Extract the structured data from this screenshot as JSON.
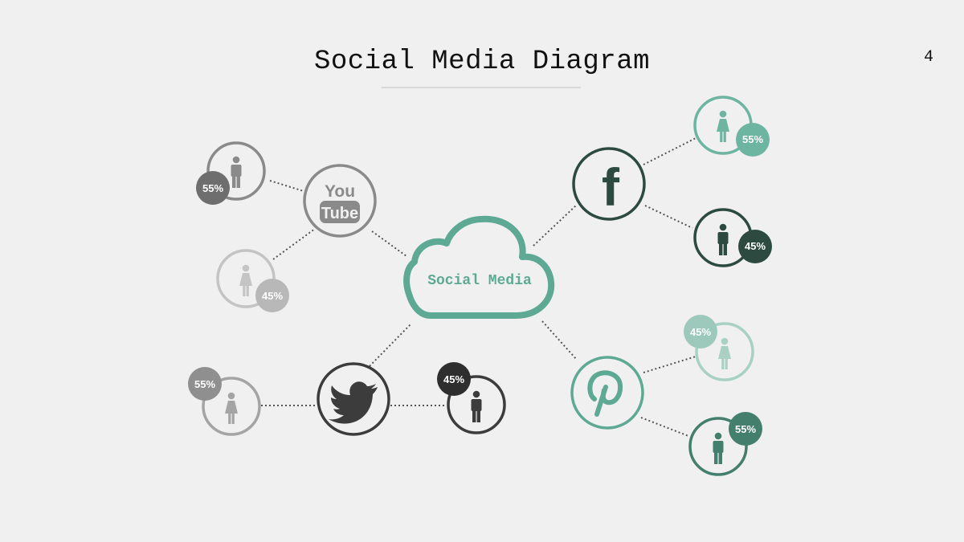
{
  "slide": {
    "title": "Social Media Diagram",
    "page_number": "4"
  },
  "center": {
    "label": "Social Media",
    "color": "#5ea993"
  },
  "colors": {
    "youtube": "#8a8a8a",
    "twitter": "#3c3c3c",
    "facebook": "#2c4a40",
    "pinterest": "#5ea993",
    "connector": "#555555"
  },
  "networks": {
    "youtube": {
      "icon": "youtube-icon",
      "logo_top": "You",
      "logo_bottom": "Tube",
      "male_pct": "55%",
      "female_pct": "45%"
    },
    "twitter": {
      "icon": "twitter-bird-icon",
      "female_pct": "55%",
      "male_pct": "45%"
    },
    "facebook": {
      "icon": "facebook-icon",
      "logo": "f",
      "female_pct": "55%",
      "male_pct": "45%"
    },
    "pinterest": {
      "icon": "pinterest-icon",
      "female_pct": "45%",
      "male_pct": "55%"
    }
  }
}
